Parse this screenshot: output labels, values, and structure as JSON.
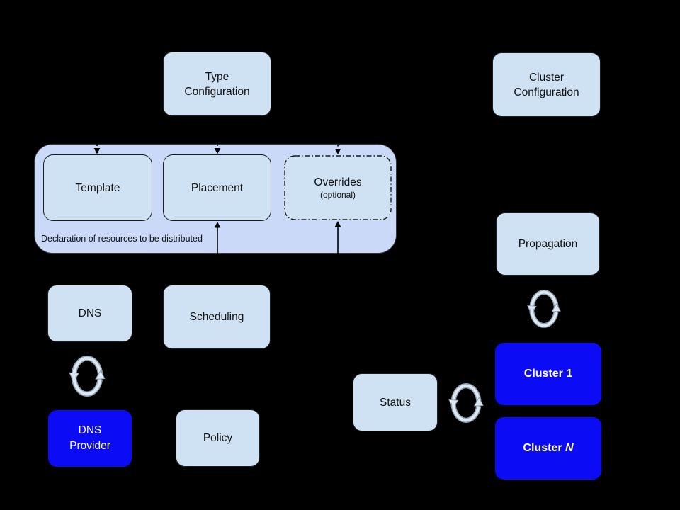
{
  "background": "#000000",
  "colors": {
    "background": "#000000",
    "box_fill": "#cfe2f3",
    "container_fill": "#c9d9f7",
    "blue_fill": "#0b0bf6",
    "box_border": "#1c1c1c",
    "text_dark": "#111111",
    "text_light": "#ffffff",
    "sync_light": "#dde8f4",
    "sync_dark": "#8f9fae",
    "arrow": "#000000"
  },
  "nodes": {
    "type_configuration": {
      "label": "Type\nConfiguration"
    },
    "cluster_configuration": {
      "label": "Cluster\nConfiguration"
    },
    "template": {
      "label": "Template"
    },
    "placement": {
      "label": "Placement"
    },
    "overrides": {
      "label": "Overrides",
      "sublabel": "(optional)"
    },
    "container": {
      "caption": "Declaration of resources to be distributed"
    },
    "dns": {
      "label": "DNS"
    },
    "scheduling": {
      "label": "Scheduling"
    },
    "dns_provider": {
      "label": "DNS\nProvider"
    },
    "policy": {
      "label": "Policy"
    },
    "status": {
      "label": "Status"
    },
    "propagation": {
      "label": "Propagation"
    },
    "cluster_1": {
      "label": "Cluster 1"
    },
    "cluster_n": {
      "label_prefix": "Cluster ",
      "label_n": "N"
    }
  },
  "icons": {
    "dns_sync": "sync-icon",
    "propagation_sync": "sync-icon",
    "status_sync": "sync-icon"
  },
  "edges": [
    {
      "target": "template",
      "direction": "down-into",
      "style": "dashed-arrow"
    },
    {
      "target": "placement",
      "direction": "down-into",
      "style": "dashed-arrow"
    },
    {
      "target": "overrides",
      "direction": "down-into",
      "style": "dash-dot-arrow"
    },
    {
      "target": "placement",
      "direction": "up-into",
      "style": "solid-arrow"
    },
    {
      "target": "overrides",
      "direction": "up-into",
      "style": "solid-arrow"
    },
    {
      "between": [
        "dns",
        "dns_provider"
      ],
      "style": "sync"
    },
    {
      "between": [
        "propagation",
        "cluster_1"
      ],
      "style": "sync"
    },
    {
      "between": [
        "status",
        "cluster_1"
      ],
      "style": "sync"
    }
  ]
}
